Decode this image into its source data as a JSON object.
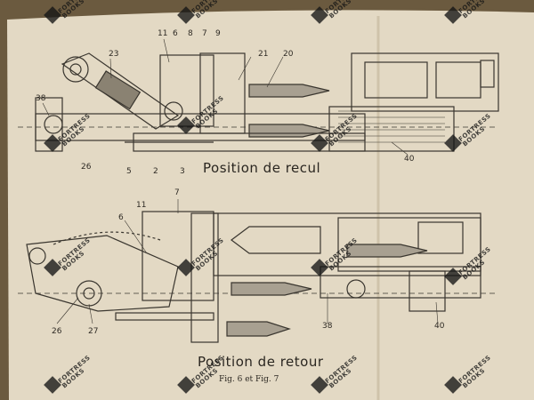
{
  "captions": {
    "top": "Position de recul",
    "bottom": "Position de retour",
    "figure": "Fig. 6 et Fig. 7"
  },
  "labels_top": [
    "23",
    "11",
    "6",
    "8",
    "7",
    "9",
    "21",
    "20",
    "38",
    "26",
    "5",
    "2",
    "3",
    "40"
  ],
  "labels_bottom": [
    "7",
    "11",
    "6",
    "26",
    "27",
    "38",
    "40"
  ],
  "watermark": {
    "line1": "FORTRESS",
    "line2": "BOOKS"
  },
  "colors": {
    "paper": "#e3d9c4",
    "ink": "#3a362f",
    "background": "#6b5a3f"
  }
}
